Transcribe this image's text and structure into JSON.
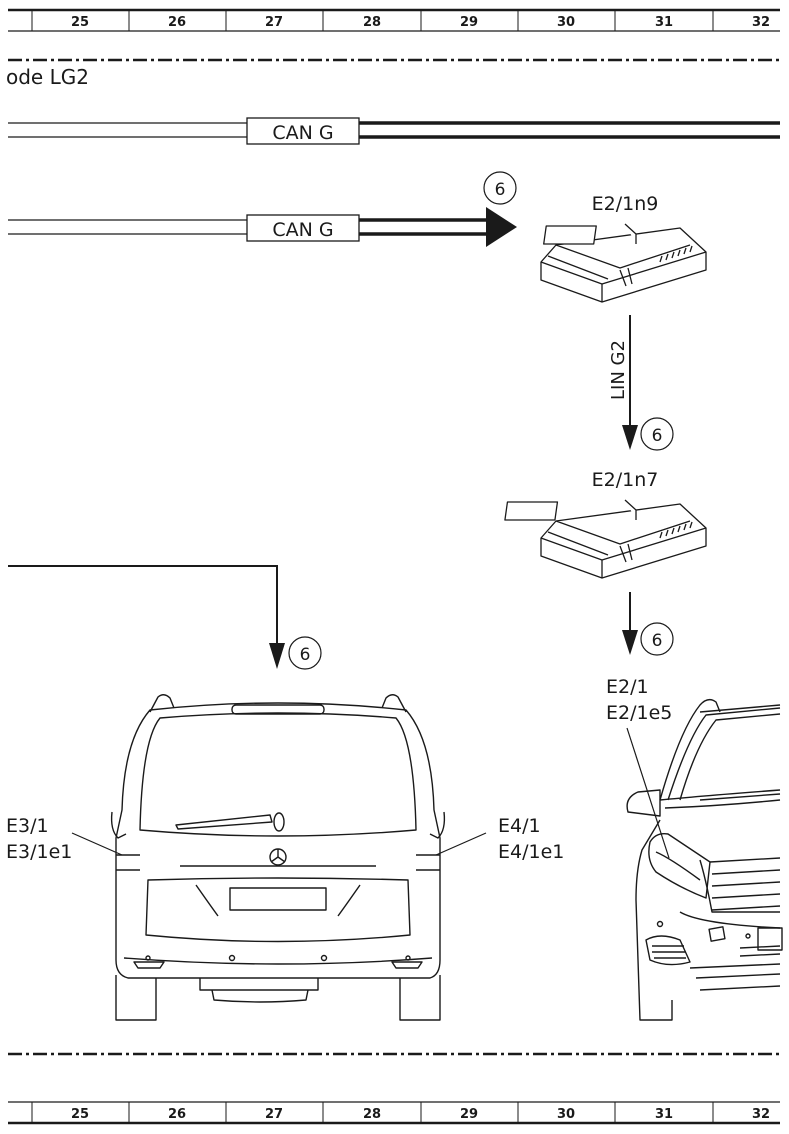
{
  "grid": {
    "columns": [
      "25",
      "26",
      "27",
      "28",
      "29",
      "30",
      "31",
      "32"
    ]
  },
  "section_title": "ode LG2",
  "bus_labels": {
    "can_top": "CAN G",
    "can_mid": "CAN G",
    "lin": "LIN G2"
  },
  "modules": {
    "upper": "E2/1n9",
    "lower": "E2/1n7"
  },
  "callouts": {
    "can_arrow": "6",
    "lin_arrow": "6",
    "module_arrow": "6",
    "rear_arrow": "6"
  },
  "vehicle_labels": {
    "left_line1": "E3/1",
    "left_line2": "E3/1e1",
    "right_line1": "E4/1",
    "right_line2": "E4/1e1",
    "front_line1": "E2/1",
    "front_line2": "E2/1e5"
  },
  "colors": {
    "ink": "#1a1a1a"
  }
}
